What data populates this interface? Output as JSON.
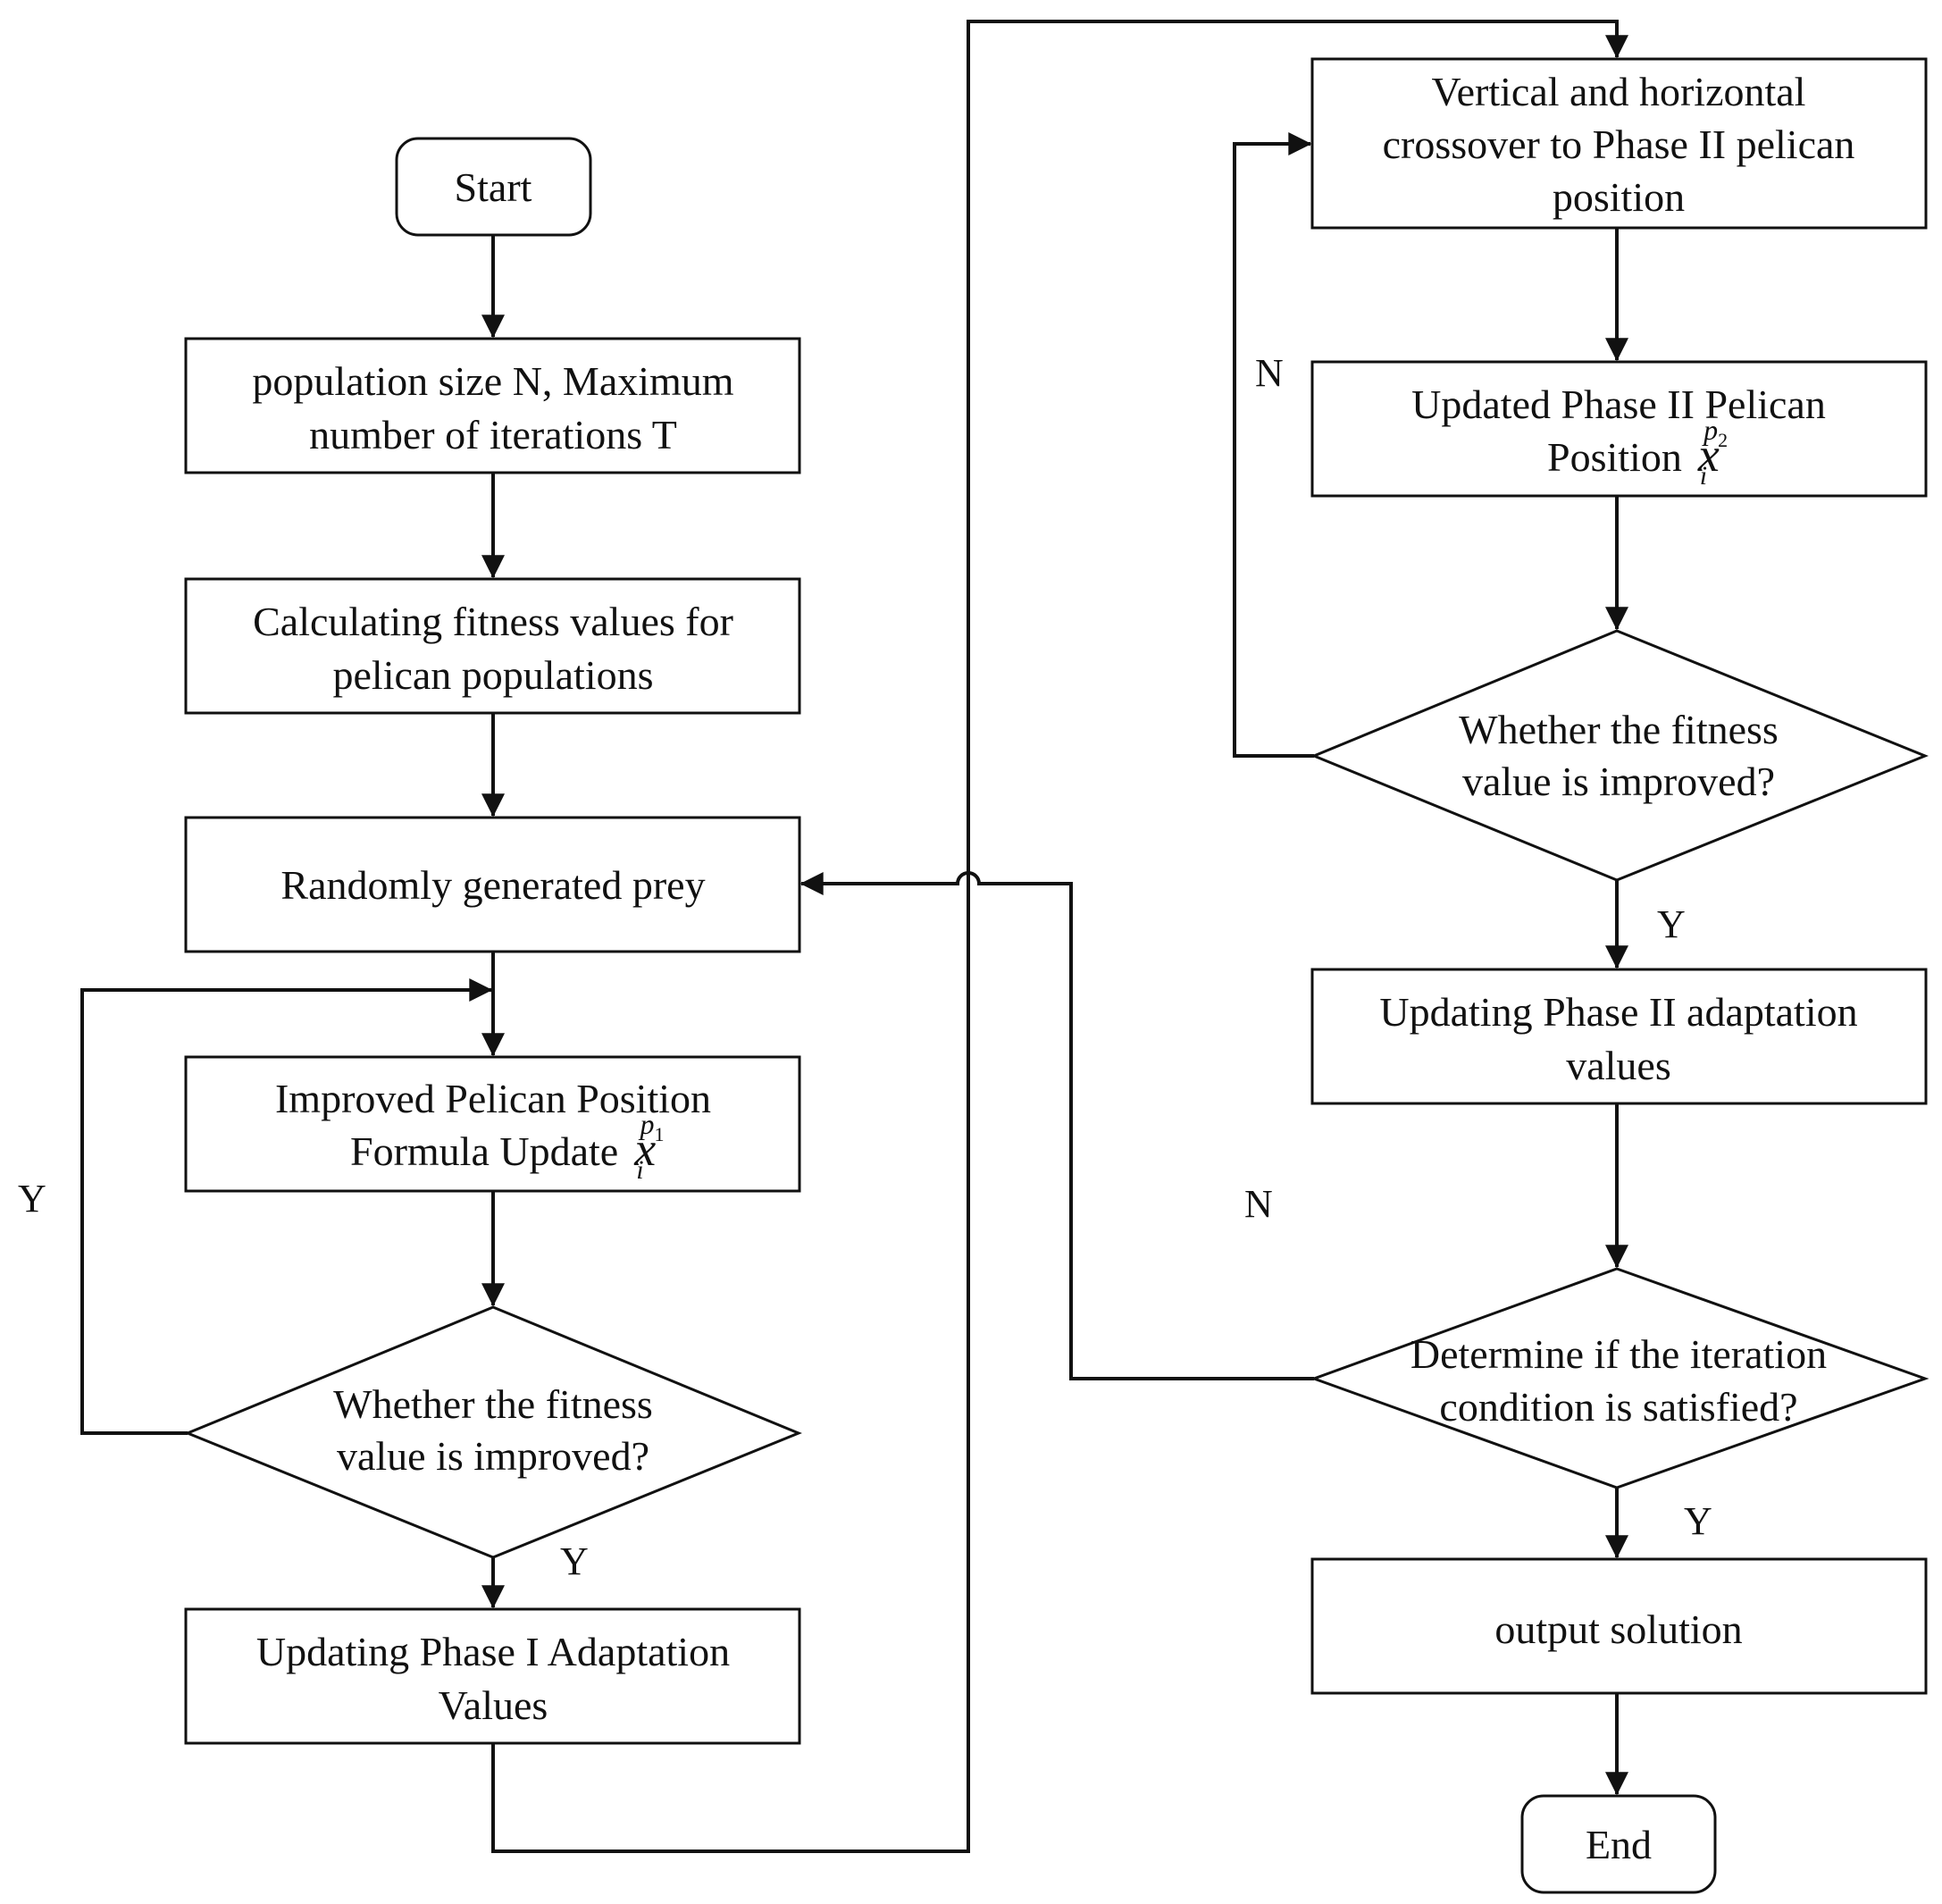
{
  "colors": {
    "stroke": "#111111",
    "background": "#ffffff"
  },
  "nodes": {
    "start": {
      "label": "Start"
    },
    "init": {
      "line1": "population size N, Maximum",
      "line2": "number of iterations T"
    },
    "fitness": {
      "line1": "Calculating fitness values for",
      "line2": "pelican populations"
    },
    "prey": {
      "label": "Randomly generated prey"
    },
    "phase1_update": {
      "line1": "Improved Pelican Position",
      "line2": "Formula Update",
      "var": "x",
      "sub": "i",
      "sup": "p",
      "sup_sub": "1"
    },
    "decision1": {
      "line1": "Whether the fitness",
      "line2": "value is improved?"
    },
    "phase1_adapt": {
      "line1": "Updating Phase I Adaptation",
      "line2": "Values"
    },
    "crossover": {
      "line1": "Vertical and horizontal",
      "line2": "crossover to Phase II pelican",
      "line3": "position"
    },
    "phase2_update": {
      "line1": "Updated Phase II Pelican",
      "line2": "Position",
      "var": "x",
      "sub": "i",
      "sup": "p",
      "sup_sub": "2"
    },
    "decision2": {
      "line1": "Whether the fitness",
      "line2": "value is improved?"
    },
    "phase2_adapt": {
      "line1": "Updating Phase II adaptation",
      "line2": "values"
    },
    "decision3": {
      "line1": "Determine if the iteration",
      "line2": "condition is satisfied?"
    },
    "output": {
      "label": "output solution"
    },
    "end": {
      "label": "End"
    }
  },
  "edge_labels": {
    "decision1_yes_down": "Y",
    "decision1_yes_loop": "Y",
    "decision2_no_loop": "N",
    "decision2_yes_down": "Y",
    "decision3_no_loop": "N",
    "decision3_yes_down": "Y"
  }
}
